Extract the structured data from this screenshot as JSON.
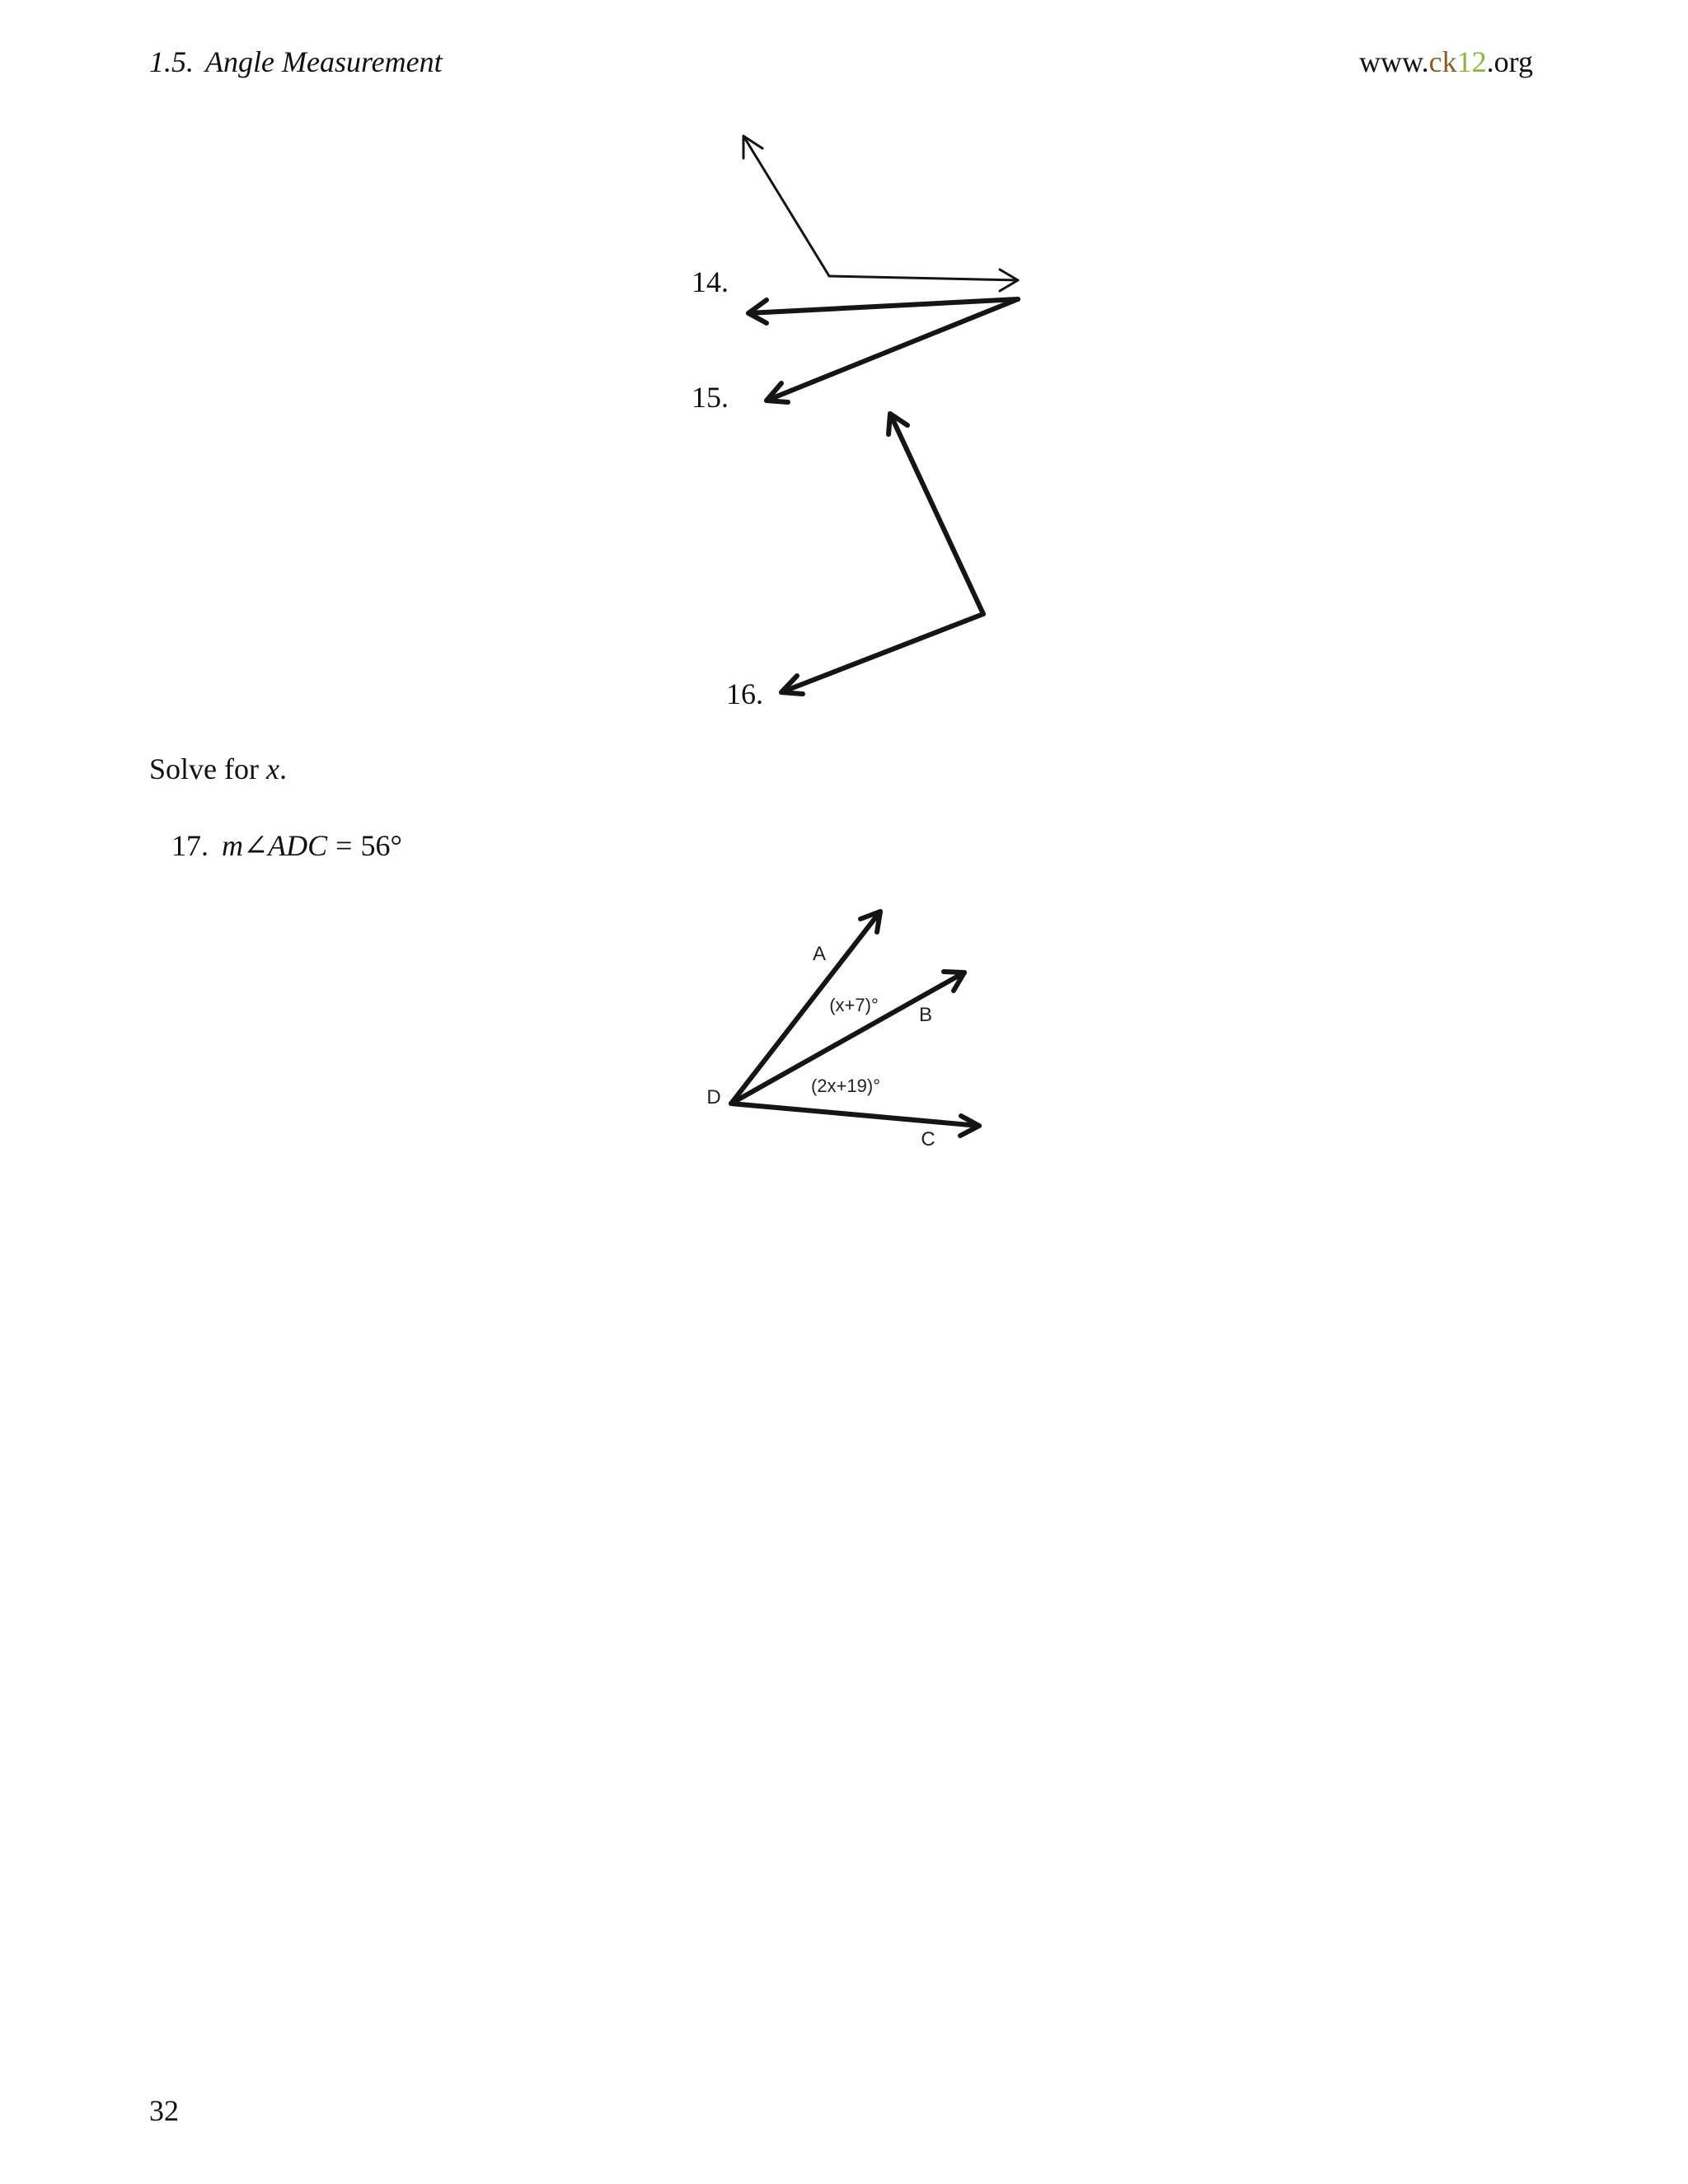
{
  "header": {
    "section_number": "1.5.",
    "section_title": "Angle Measurement",
    "site_prefix": "www.",
    "site_ck": "ck",
    "site_12": "12",
    "site_suffix": ".org"
  },
  "figure_angles": {
    "labels": [
      "14.",
      "15.",
      "16."
    ]
  },
  "instruction": {
    "text": "Solve for ",
    "variable": "x",
    "period": "."
  },
  "problem_17": {
    "number": "17.",
    "lhs": "m∠ADC",
    "operator": "=",
    "rhs": "56°"
  },
  "figure_adc": {
    "point_a": "A",
    "point_b": "B",
    "point_c": "C",
    "point_d": "D",
    "angle_adb": "(x+7)°",
    "angle_bdc": "(2x+19)°"
  },
  "page_number": "32",
  "colors": {
    "text": "#111111",
    "ck_brown": "#8b5a2b",
    "ck_green": "#8ab53b"
  }
}
